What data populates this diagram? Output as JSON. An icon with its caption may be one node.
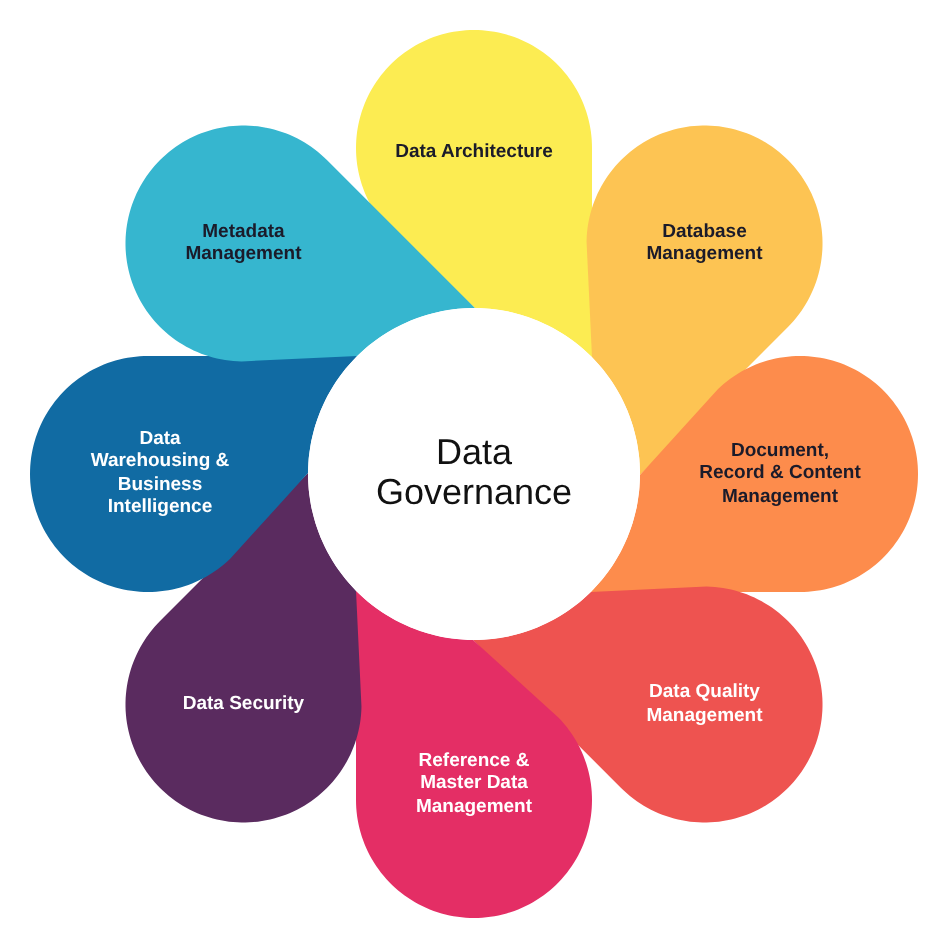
{
  "diagram": {
    "nodes": [
      {
        "text": [
          "Data Governance"
        ]
      },
      {
        "text": [
          "Data Architecture"
        ]
      },
      {
        "text": [
          "Database Management"
        ]
      },
      {
        "text": [
          "Document, Record & Content Management"
        ]
      },
      {
        "text": [
          "Data Quality Management"
        ]
      },
      {
        "text": [
          "Reference & Master Data Management"
        ]
      },
      {
        "text": [
          "Data Security"
        ]
      },
      {
        "text": [
          "Data Warehousing & Business Intelligence"
        ]
      },
      {
        "text": [
          "Metadata Management"
        ]
      }
    ]
  }
}
